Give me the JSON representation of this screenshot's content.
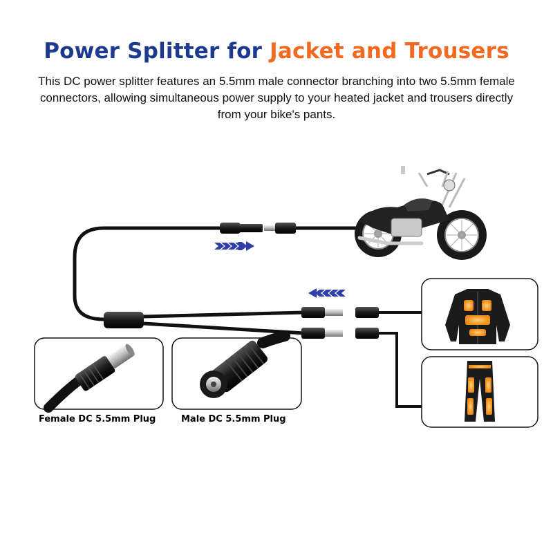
{
  "header": {
    "title_part1": "Power Splitter for",
    "title_part2": "Jacket and Trousers",
    "description": "This DC power splitter features an 5.5mm male connector branching into two 5.5mm female connectors, allowing simultaneous power supply to your heated jacket and trousers directly from your bike's pants."
  },
  "closeups": {
    "left_label": "Female DC 5.5mm Plug",
    "right_label": "Male DC 5.5mm Plug"
  },
  "colors": {
    "title_blue": "#1d3a8e",
    "title_orange": "#f26a21",
    "arrow_blue": "#2f3ea8",
    "heater_orange": "#f59a1f"
  },
  "icons": [
    "motorcycle-icon",
    "heated-jacket-icon",
    "heated-trousers-icon",
    "arrow-right-icon",
    "arrow-left-icon"
  ]
}
